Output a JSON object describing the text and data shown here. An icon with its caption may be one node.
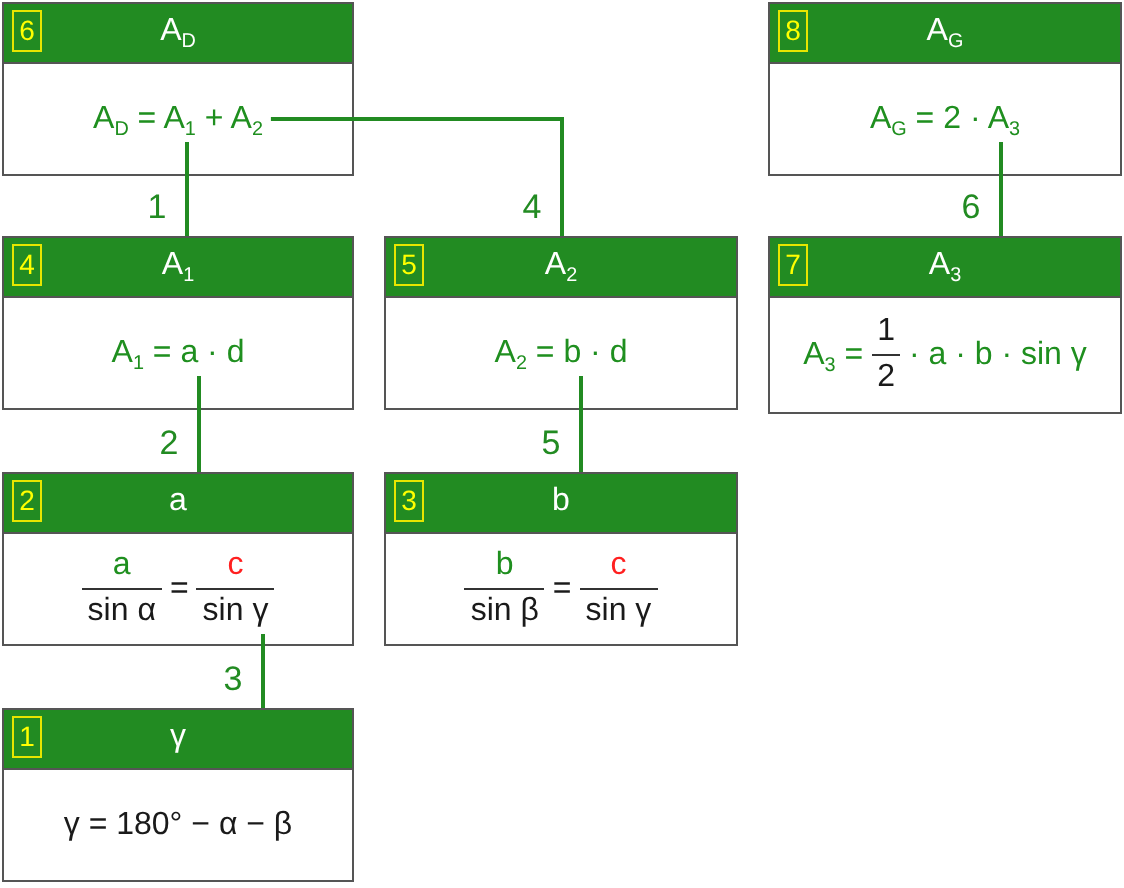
{
  "diagram": {
    "nodes": [
      {
        "text": [
          "6",
          "A$_{D}$",
          "A$_{D}$ = A$_{1}$ + A$_{2}$"
        ]
      },
      {
        "text": [
          "8",
          "A$_{G}$",
          "A$_{G}$ = 2 · A$_{3}$"
        ]
      },
      {
        "text": [
          "4",
          "A$_{1}$",
          "A$_{1}$ = a · d"
        ]
      },
      {
        "text": [
          "5",
          "A$_{2}$",
          "A$_{2}$ = b · d"
        ]
      },
      {
        "text": [
          "7",
          "A$_{3}$",
          "A$_{3}$ =",
          "1",
          "2",
          "· a · b · sin γ"
        ]
      },
      {
        "text": [
          "2",
          "a",
          "a",
          "sin α",
          "=",
          "c",
          "sin γ"
        ]
      },
      {
        "text": [
          "3",
          "b",
          "b",
          "sin β",
          "=",
          "c",
          "sin γ"
        ]
      },
      {
        "text": [
          "1",
          "γ",
          "γ = 180° − α − β"
        ]
      }
    ],
    "edges": [
      {
        "from": 0,
        "to": 2,
        "arrow": "none",
        "label": "1"
      },
      {
        "from": 0,
        "to": 3,
        "arrow": "none",
        "label": "4"
      },
      {
        "from": 1,
        "to": 4,
        "arrow": "none",
        "label": "6"
      },
      {
        "from": 2,
        "to": 5,
        "arrow": "none",
        "label": "2"
      },
      {
        "from": 3,
        "to": 6,
        "arrow": "none",
        "label": "5"
      },
      {
        "from": 5,
        "to": 7,
        "arrow": "none",
        "label": "3"
      }
    ]
  }
}
